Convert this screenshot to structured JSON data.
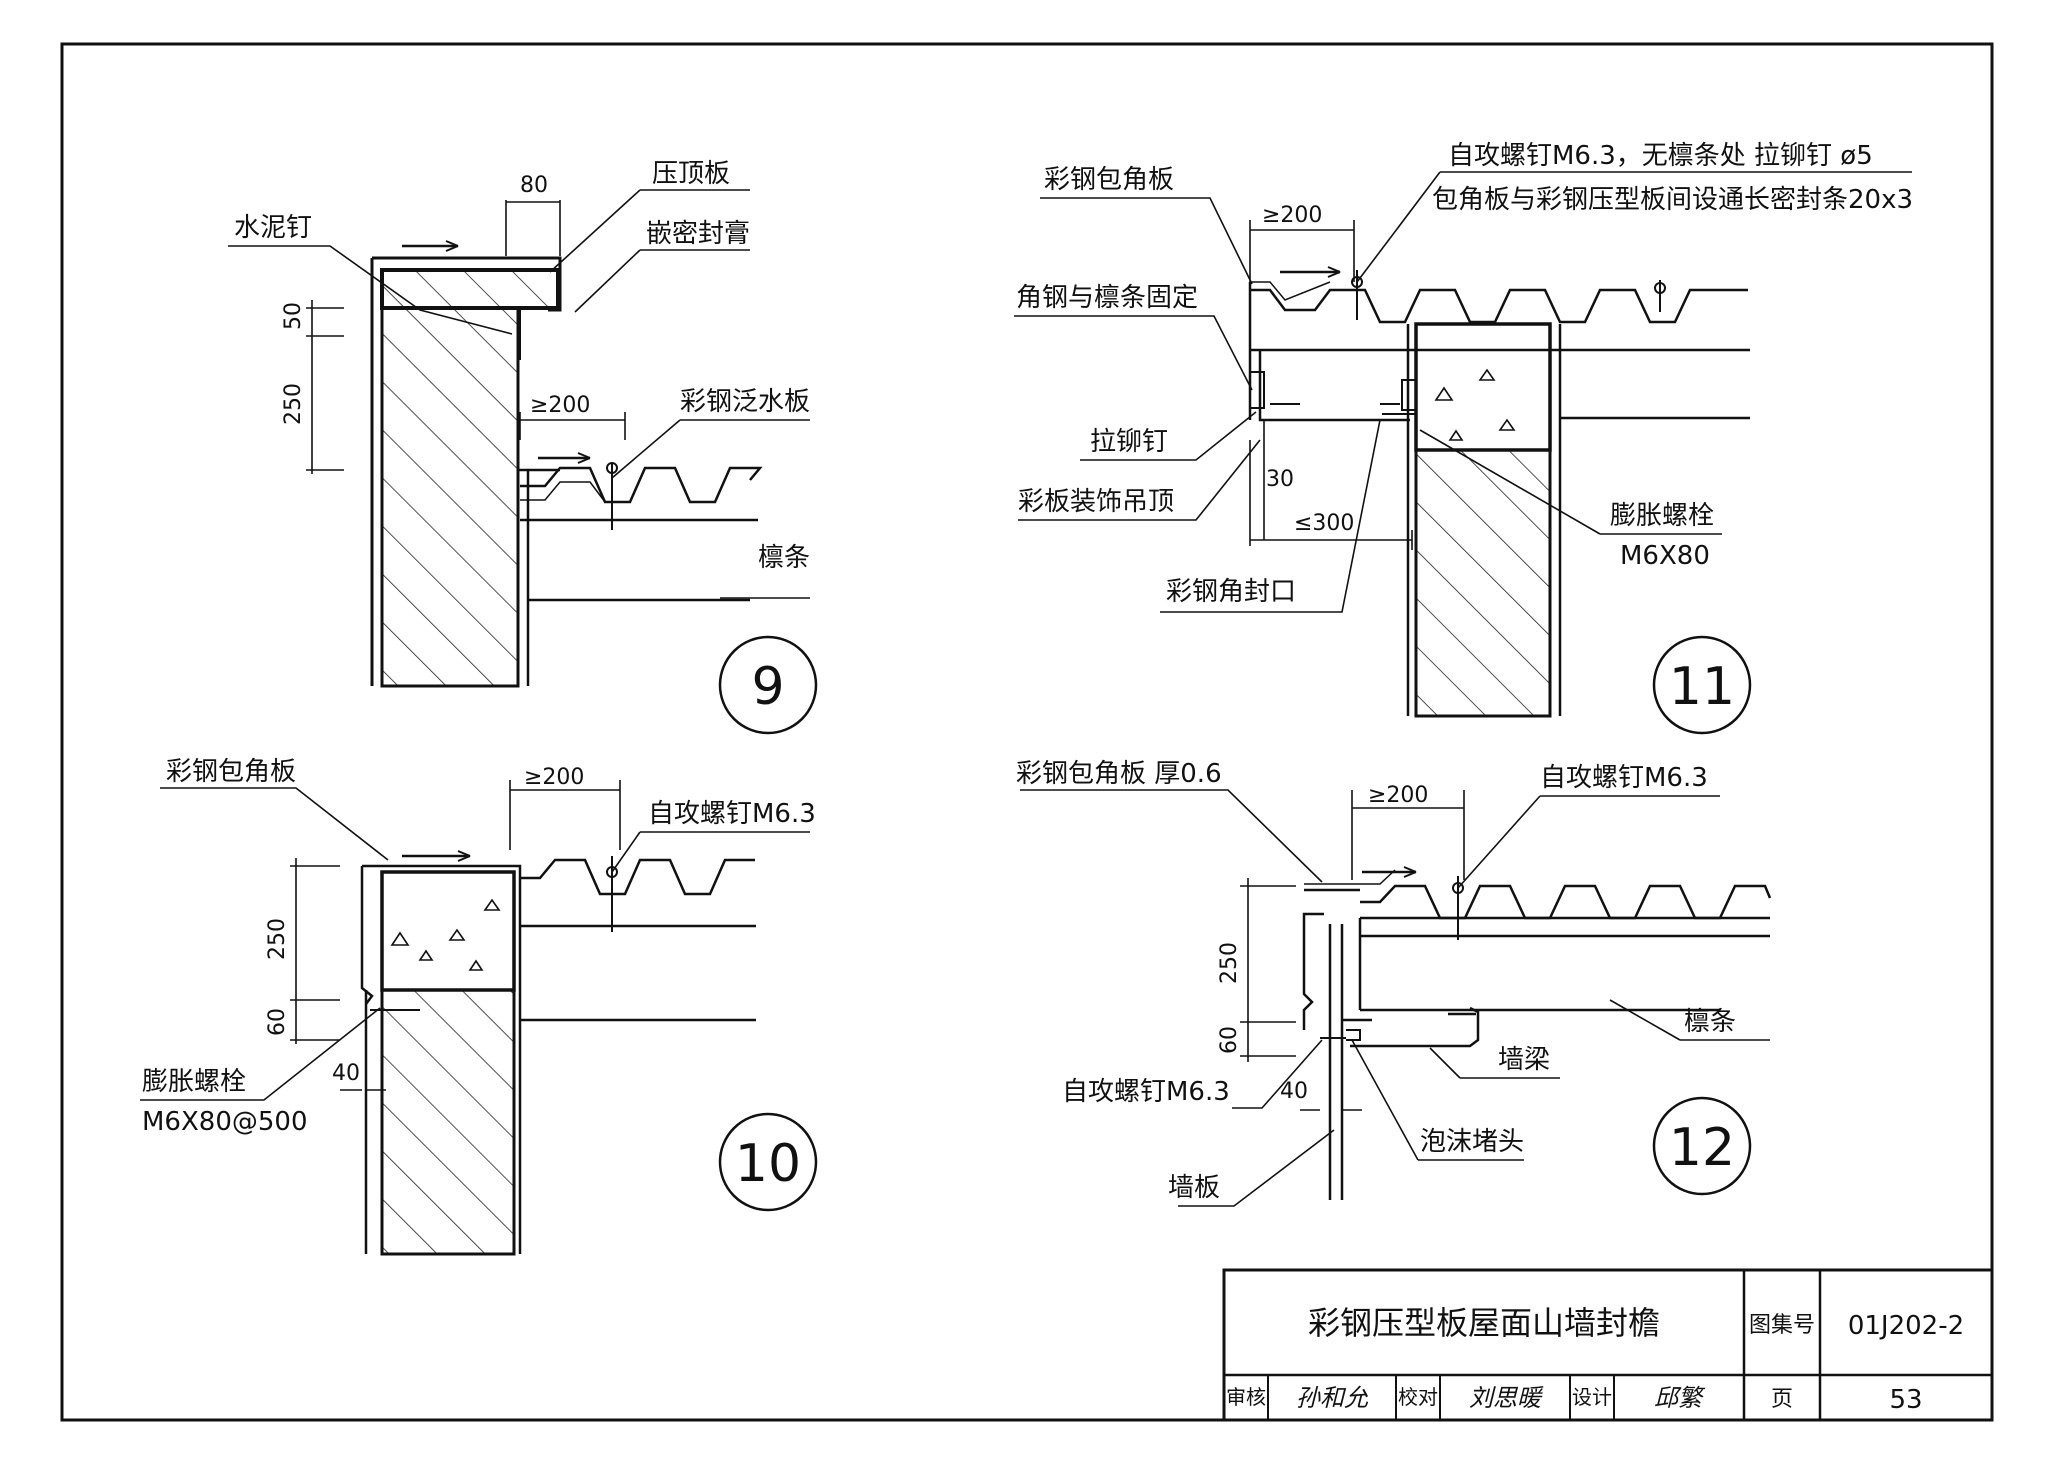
{
  "details": {
    "d9": {
      "number": "9",
      "labels": {
        "cement_nail": "水泥钉",
        "coping_board": "压顶板",
        "sealant": "嵌密封膏",
        "flashing": "彩钢泛水板",
        "purlin": "檩条"
      },
      "dims": {
        "d80": "80",
        "d50": "50",
        "d250": "250",
        "d200": "≥200"
      }
    },
    "d10": {
      "number": "10",
      "labels": {
        "corner_board": "彩钢包角板",
        "screw": "自攻螺钉M6.3",
        "bolt": "膨胀螺栓",
        "bolt_spec": "M6X80@500"
      },
      "dims": {
        "d200": "≥200",
        "d250": "250",
        "d60": "60",
        "d40": "40"
      }
    },
    "d11": {
      "number": "11",
      "labels": {
        "corner_board": "彩钢包角板",
        "note1": "自攻螺钉M6.3，无檩条处 拉铆钉 ø5",
        "note2": "包角板与彩钢压型板间设通长密封条20x3",
        "angle_fix": "角钢与檩条固定",
        "rivet": "拉铆钉",
        "ceiling": "彩板装饰吊顶",
        "corner_seal": "彩钢角封口",
        "bolt": "膨胀螺栓",
        "bolt_spec": "M6X80"
      },
      "dims": {
        "d200": "≥200",
        "d30": "30",
        "d300": "≤300"
      }
    },
    "d12": {
      "number": "12",
      "labels": {
        "corner_board": "彩钢包角板 厚0.6",
        "screw_top": "自攻螺钉M6.3",
        "purlin": "檩条",
        "wall_beam": "墙梁",
        "screw_side": "自攻螺钉M6.3",
        "foam": "泡沫堵头",
        "wall_panel": "墙板"
      },
      "dims": {
        "d200": "≥200",
        "d250": "250",
        "d60": "60",
        "d40": "40"
      }
    }
  },
  "title_block": {
    "title": "彩钢压型板屋面山墙封檐",
    "atlas_label": "图集号",
    "atlas_no": "01J202-2",
    "review_label": "审核",
    "review_sig": "孙和允",
    "check_label": "校对",
    "check_sig": "刘思暖",
    "design_label": "设计",
    "design_sig": "邱繁",
    "page_label": "页",
    "page_no": "53"
  }
}
